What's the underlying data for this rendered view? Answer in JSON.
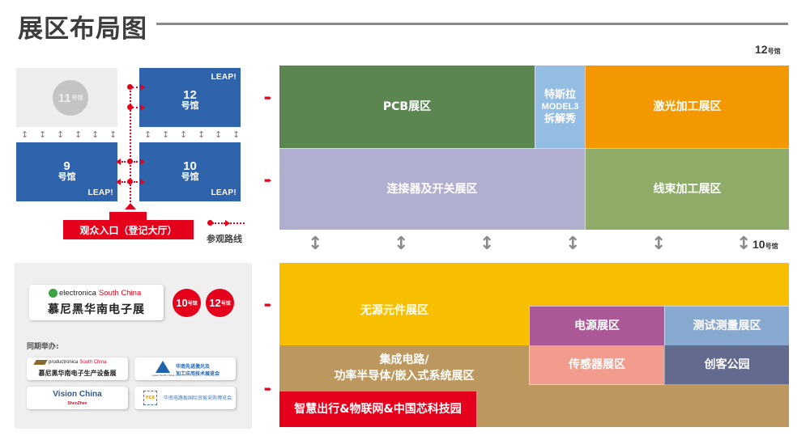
{
  "header": {
    "title": "展区布局图"
  },
  "site_map": {
    "halls": [
      {
        "id": "11",
        "number": "11",
        "suffix": "号馆",
        "state": "inactive"
      },
      {
        "id": "12",
        "number": "12",
        "suffix": "号馆",
        "brand": "LEAP!"
      },
      {
        "id": "9",
        "number": "9",
        "suffix": "号馆",
        "brand": "LEAP!"
      },
      {
        "id": "10",
        "number": "10",
        "suffix": "号馆",
        "brand": "LEAP!"
      }
    ],
    "entrance_label": "观众入口（登记大厅）",
    "legend_label": "参观路线",
    "colors": {
      "hall": "#2f63ab",
      "route": "#e5001c",
      "inactive": "#ededed"
    }
  },
  "event_panel": {
    "main_event": {
      "brand_en_a": "electronica",
      "brand_en_b": "South China",
      "name_cn": "慕尼黑华南电子展"
    },
    "badges": [
      {
        "number": "10",
        "suffix": "号馆"
      },
      {
        "number": "12",
        "suffix": "号馆"
      }
    ],
    "cohost_label": "同期举办:",
    "cohosts": [
      {
        "brand_en_a": "productronica",
        "brand_en_b": "South China",
        "name_cn": "慕尼黑华南电子生产设备展"
      },
      {
        "name_cn_1": "华南先进激光及",
        "name_cn_2": "加工应用技术展览会",
        "brand_en": "Laser South China"
      },
      {
        "brand_en": "Vision China",
        "brand_sub": "ShenZhen"
      },
      {
        "name_cn": "华南电路板国际贸易采购博览会",
        "logo_text": "PCB"
      }
    ]
  },
  "floor_plan": {
    "hall_12_tag": {
      "number": "12",
      "suffix": "号馆"
    },
    "hall_10_tag": {
      "number": "10",
      "suffix": "号馆"
    },
    "zones": {
      "pcb": {
        "label": "PCB展区",
        "color": "#5b8650"
      },
      "tesla": {
        "line1": "特斯拉",
        "line2": "MODEL3",
        "line3": "拆解秀",
        "color": "#93bde3"
      },
      "laser": {
        "label": "激光加工展区",
        "color": "#f39800"
      },
      "connector": {
        "label": "连接器及开关展区",
        "color": "#b0afcf"
      },
      "harness": {
        "label": "线束加工展区",
        "color": "#8eac67"
      },
      "passive": {
        "label": "无源元件展区",
        "color": "#f8be00"
      },
      "power": {
        "label": "电源展区",
        "color": "#ab5896"
      },
      "test": {
        "label": "测试测量展区",
        "color": "#88a9cf"
      },
      "ic": {
        "line1": "集成电路/",
        "line2": "功率半导体/嵌入式系统展区",
        "color": "#bd985e"
      },
      "sensor": {
        "label": "传感器展区",
        "color": "#f19c8d"
      },
      "maker": {
        "label": "创客公园",
        "color": "#636a8e"
      },
      "smart": {
        "label": "智慧出行&物联网&中国芯科技园",
        "color": "#e5001c"
      }
    }
  }
}
